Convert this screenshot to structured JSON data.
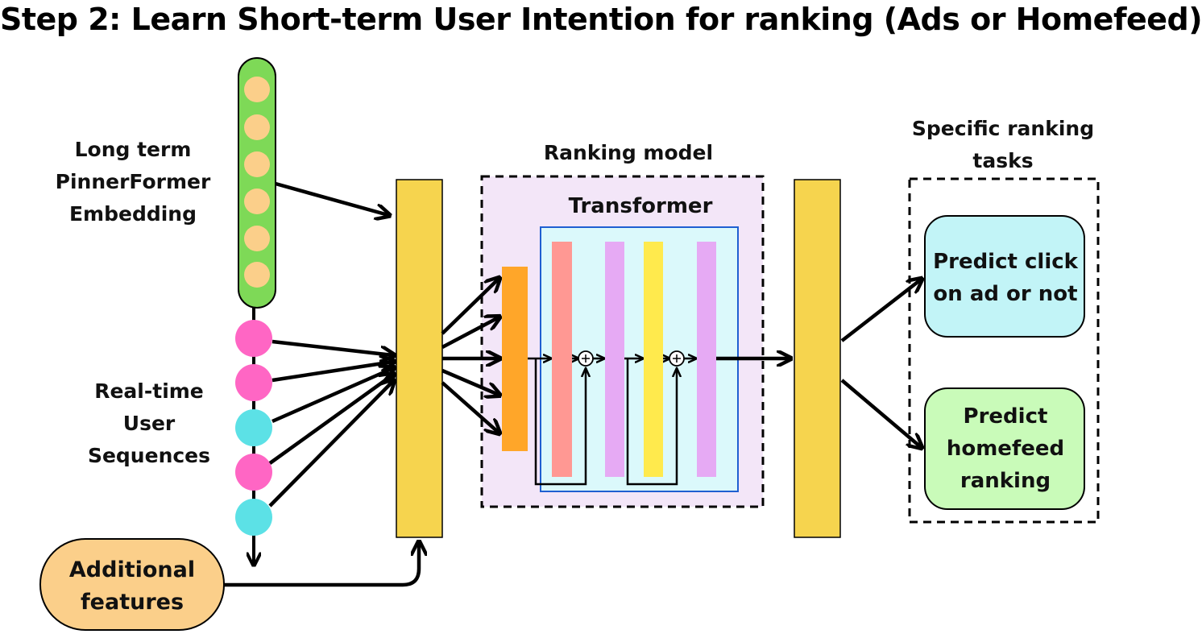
{
  "title": "Step 2: Learn Short-term User Intention for ranking (Ads or Homefeed)",
  "labels": {
    "long_term": "Long term\nPinnerFormer\nEmbedding",
    "realtime": "Real-time\nUser\nSequences",
    "ranking_model": "Ranking model",
    "transformer": "Transformer",
    "specific_tasks": "Specific ranking\ntasks",
    "additional_features": "Additional\nfeatures",
    "predict_click": "Predict click\non ad or not",
    "predict_homefeed": "Predict\nhomefeed\nranking"
  },
  "colors": {
    "embedding_bar": "#7ed957",
    "embedding_dot": "#fbcf8a",
    "seq_pink": "#ff66c4",
    "seq_cyan": "#5ce1e6",
    "layer_yellow": "#f6d44e",
    "ranking_bg": "#f3e6f8",
    "transformer_bg": "#dbf9fb",
    "transformer_border": "#1f5fd1",
    "orange_layer": "#ffa629",
    "salmon_layer": "#ff9893",
    "lavender_layer": "#e6aaf4",
    "bright_yellow_layer": "#ffea4d",
    "click_box": "#c2f4f7",
    "homefeed_box": "#c9fbb9",
    "additional_box": "#fbcf8a"
  },
  "icons": {
    "add_node": "circle-plus-icon"
  }
}
